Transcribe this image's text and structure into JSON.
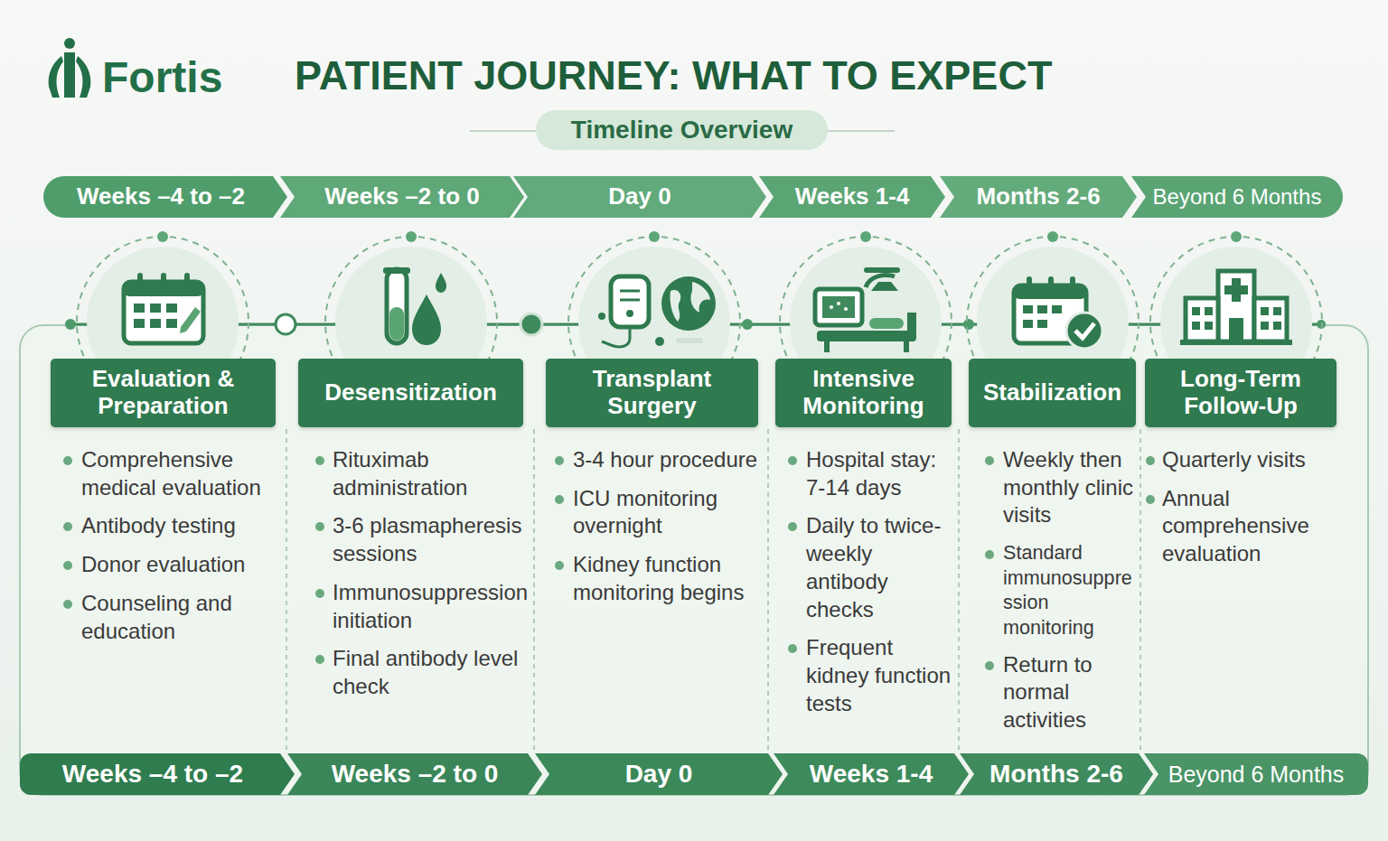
{
  "diagram": {
    "title": "PATIENT JOURNEY: WHAT TO EXPECT",
    "nodes": [
      {
        "text": [
          "Timeline Overview"
        ]
      },
      {
        "text": [
          "Weeks –4 to –2"
        ]
      },
      {
        "text": [
          "Weeks –2 to 0"
        ]
      },
      {
        "text": [
          "Day 0"
        ]
      },
      {
        "text": [
          "Weeks 1-4"
        ]
      },
      {
        "text": [
          "Months 2-6"
        ]
      },
      {
        "text": [
          "Beyond 6 Months"
        ]
      },
      {
        "text": [
          "Evaluation & Preparation"
        ]
      },
      {
        "text": [
          "Desensitization"
        ]
      },
      {
        "text": [
          "Transplant Surgery"
        ]
      },
      {
        "text": [
          "Intensive Monitoring"
        ]
      },
      {
        "text": [
          "Stabilization"
        ]
      },
      {
        "text": [
          "Long-Term Follow-Up"
        ]
      },
      {
        "text": [
          "Weeks –4 to –2"
        ]
      },
      {
        "text": [
          "Weeks –2 to 0"
        ]
      },
      {
        "text": [
          "Day 0"
        ]
      },
      {
        "text": [
          "Weeks 1-4"
        ]
      },
      {
        "text": [
          "Months 2-6"
        ]
      },
      {
        "text": [
          "Beyond 6 Months"
        ]
      }
    ],
    "labels": [
      "Fortis",
      "Comprehensive medical evaluation",
      "Antibody testing",
      "Donor evaluation",
      "Counseling and education",
      "Rituximab administration",
      "3-6 plasmapheresis sessions",
      "Immunosuppression initiation",
      "Final antibody level check",
      "3-4 hour procedure",
      "ICU monitoring overnight",
      "Kidney function monitoring begins",
      "Hospital stay: 7-14 days",
      "Daily to twice-weekly antibody checks",
      "Frequent kidney function tests",
      "Weekly then monthly clinic visits",
      "Standard immunosuppression monitoring",
      "Return to normal activities",
      "Quarterly visits",
      "Annual comprehensive evaluation"
    ]
  }
}
